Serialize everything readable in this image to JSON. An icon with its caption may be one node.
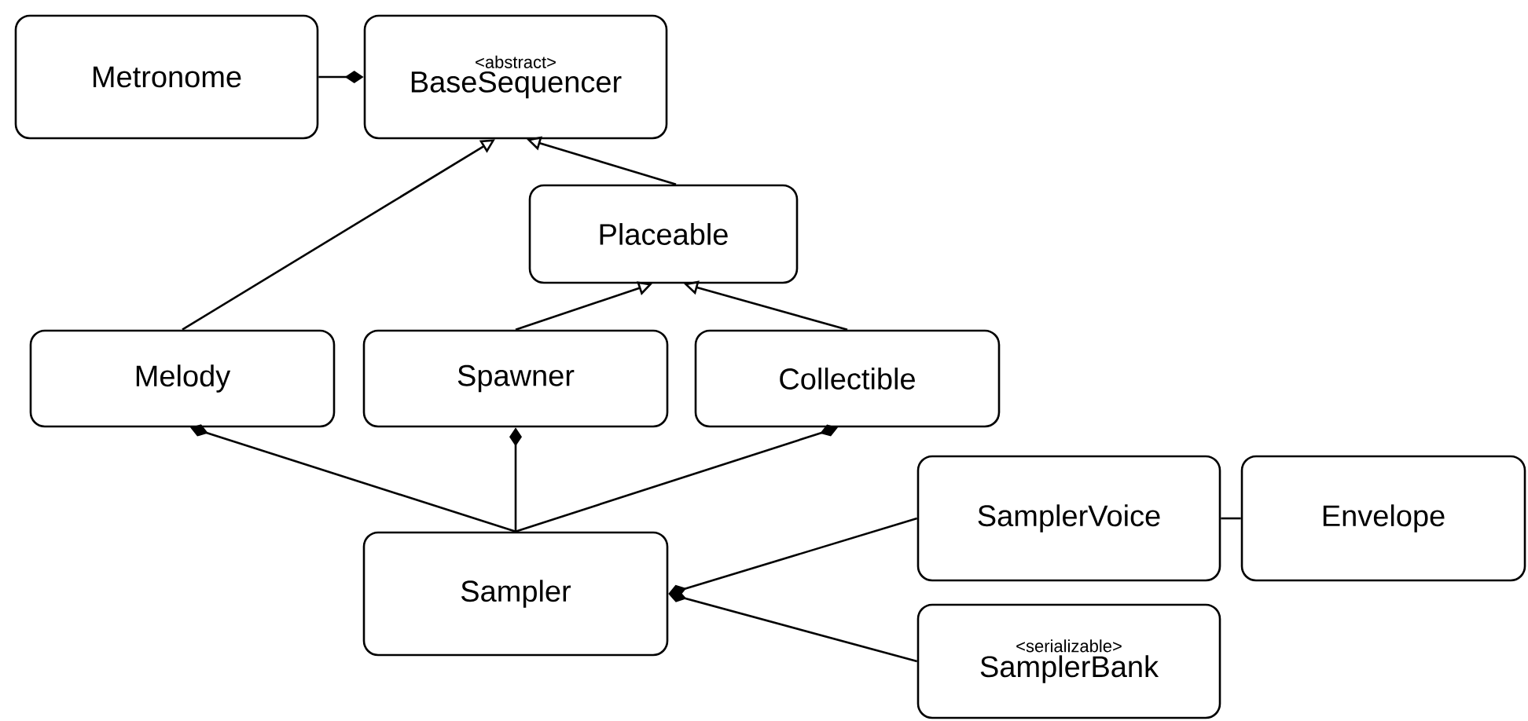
{
  "diagram": {
    "nodes": [
      {
        "text": [
          "Metronome"
        ]
      },
      {
        "text": [
          "<abstract>",
          "BaseSequencer"
        ]
      },
      {
        "text": [
          "Placeable"
        ]
      },
      {
        "text": [
          "Melody"
        ]
      },
      {
        "text": [
          "Spawner"
        ]
      },
      {
        "text": [
          "Collectible"
        ]
      },
      {
        "text": [
          "SamplerVoice"
        ]
      },
      {
        "text": [
          "Envelope"
        ]
      },
      {
        "text": [
          "Sampler"
        ]
      },
      {
        "text": [
          "<serializable>",
          "SamplerBank"
        ]
      }
    ],
    "edges": [
      {
        "from": 0,
        "to": 1,
        "arrow": "other"
      },
      {
        "from": 3,
        "to": 1,
        "arrow": "to"
      },
      {
        "from": 2,
        "to": 1,
        "arrow": "to"
      },
      {
        "from": 4,
        "to": 2,
        "arrow": "to"
      },
      {
        "from": 5,
        "to": 2,
        "arrow": "to"
      },
      {
        "from": 8,
        "to": 3,
        "arrow": "other"
      },
      {
        "from": 8,
        "to": 4,
        "arrow": "other"
      },
      {
        "from": 8,
        "to": 5,
        "arrow": "other"
      },
      {
        "from": 6,
        "to": 8,
        "arrow": "other"
      },
      {
        "from": 9,
        "to": 8,
        "arrow": "other"
      },
      {
        "from": 6,
        "to": 7,
        "arrow": "none"
      }
    ]
  }
}
